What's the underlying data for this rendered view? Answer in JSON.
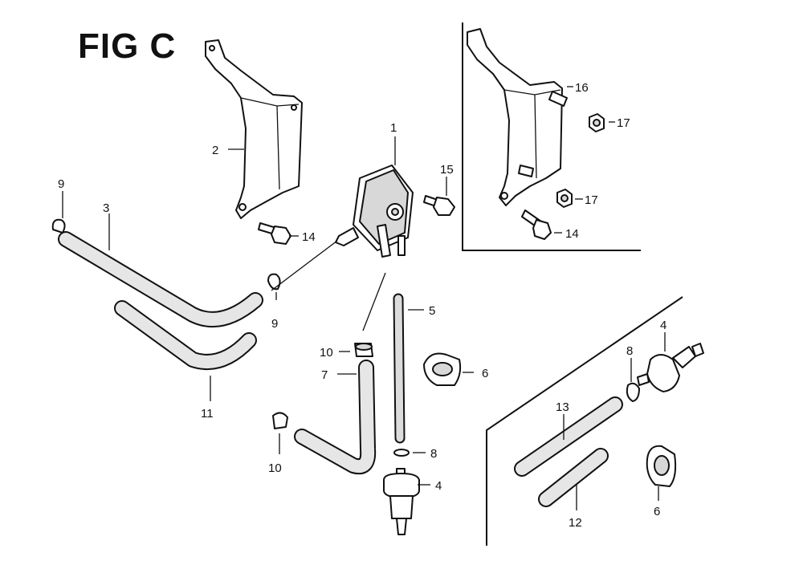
{
  "figure": {
    "title": "FIG C",
    "callouts": {
      "c1": "1",
      "c2": "2",
      "c3": "3",
      "c4a": "4",
      "c4b": "4",
      "c5": "5",
      "c6a": "6",
      "c6b": "6",
      "c7": "7",
      "c8a": "8",
      "c8b": "8",
      "c9a": "9",
      "c9b": "9",
      "c10a": "10",
      "c10b": "10",
      "c11": "11",
      "c12": "12",
      "c13": "13",
      "c14a": "14",
      "c14b": "14",
      "c15": "15",
      "c16": "16",
      "c17a": "17",
      "c17b": "17"
    }
  }
}
